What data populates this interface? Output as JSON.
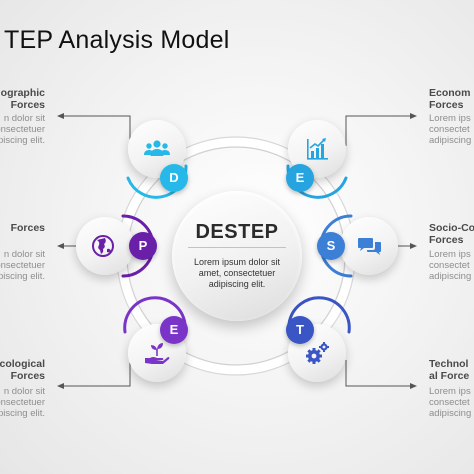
{
  "title": "TEP Analysis Model",
  "center": {
    "title": "DESTEP",
    "text_lines": [
      "Lorem ipsum dolor sit",
      "amet, consectetuer",
      "adipiscing elit."
    ]
  },
  "segments": [
    {
      "letter": "D",
      "color": "#26b8e8",
      "label_lines": [
        "ographic",
        "Forces"
      ],
      "desc_lines": [
        "n dolor sit",
        "onsectetuer",
        "piscing elit."
      ]
    },
    {
      "letter": "P",
      "color": "#6a1fa8",
      "label_lines": [
        "Forces"
      ],
      "desc_lines": [
        "n dolor sit",
        "onsectetuer",
        "piscing elit."
      ]
    },
    {
      "letter": "E",
      "color": "#7a35c8",
      "label_lines": [
        "cological",
        "Forces"
      ],
      "desc_lines": [
        "n dolor sit",
        "onsectetuer",
        "piscing elit."
      ]
    },
    {
      "letter": "E",
      "color": "#26a4e0",
      "label_lines": [
        "Econom",
        "Forces"
      ],
      "desc_lines": [
        "Lorem ips",
        "consectet",
        "adipiscing"
      ]
    },
    {
      "letter": "S",
      "color": "#3b7fd6",
      "label_lines": [
        "Socio-Co",
        "Forces"
      ],
      "desc_lines": [
        "Lorem ips",
        "consectet",
        "adipiscing"
      ]
    },
    {
      "letter": "T",
      "color": "#3a55c4",
      "label_lines": [
        "Technol",
        "al Force"
      ],
      "desc_lines": [
        "Lorem ips",
        "consectet",
        "adipiscing"
      ]
    }
  ],
  "icons": {
    "d": "people-group-icon",
    "p": "globe-icon",
    "e_left": "plant-in-hand-icon",
    "e_right": "bar-chart-icon",
    "s": "chat-bubbles-icon",
    "t": "gears-icon"
  }
}
